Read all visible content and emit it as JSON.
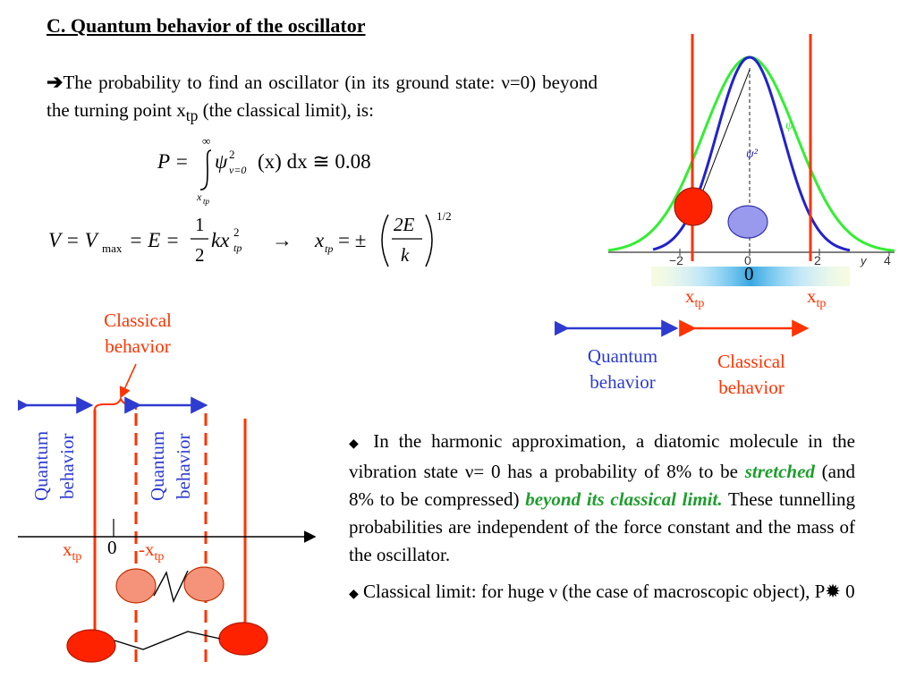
{
  "title": "C. Quantum behavior of the oscillator",
  "intro": {
    "arrow": "➔",
    "text_1": "The probability to find an oscillator (in its ground state: ν=0) beyond the turning point x",
    "sub": "tp",
    "text_2": " (the classical limit), is:"
  },
  "eq1": {
    "lhs": "P =",
    "upper": "∞",
    "lower": "x",
    "lower_sub": "tp",
    "psi": "ψ",
    "psi_sup": "2",
    "psi_sub": "ν=0",
    "arg": "(x) dx ≅ 0.08"
  },
  "eq2": {
    "part1": "V = V",
    "vmax_sub": "max",
    "part2": "= E =",
    "frac_num": "1",
    "frac_den": "2",
    "kx": "kx",
    "kx_sup": "2",
    "kx_sub": "tp",
    "arrow": "→",
    "xtp": "x",
    "xtp_sub": "tp",
    "pm": "= ±",
    "big_num": "2E",
    "big_den": "k",
    "exp": "1/2"
  },
  "left_diagram": {
    "classical_top": "Classical behavior",
    "quantum_left": "Quantum behavior",
    "quantum_right": "Quantum behavior",
    "xtp_label": "x",
    "xtp_sub": "tp",
    "zero": "0",
    "neg_xtp_label": "-x",
    "neg_xtp_sub": "tp"
  },
  "right_diagram": {
    "psi_label": "ψ",
    "psi2_label": "ψ²",
    "x_ticks": [
      "−2",
      "0",
      "2",
      "4"
    ],
    "y_label": "y",
    "zero_label": "0",
    "xtp_left": "x",
    "xtp_right": "x",
    "xtp_sub": "tp",
    "quantum": "Quantum behavior",
    "classical": "Classical behavior"
  },
  "bullets": [
    {
      "marker": "◆",
      "a": "In the harmonic approximation, a diatomic molecule in the vibration state ν= 0 has a probability of 8% to be ",
      "em1": "stretched",
      "b": " (and 8% to be compressed) ",
      "em2": "beyond its classical limit.",
      "c": " These tunnelling probabilities are independent of the force constant and the mass of the oscillator."
    },
    {
      "marker": "◆",
      "a": "Classical limit: for huge ν (the case of macroscopic object), P",
      "sym": "✹",
      "b": " 0"
    }
  ],
  "colors": {
    "red": "#ff3300",
    "blue": "#2d3bd0",
    "green": "#1f9d2e",
    "curve_green": "#33ee33",
    "curve_blue": "#2222cc",
    "ball_red": "#ff2200",
    "ball_pink": "#f4937a",
    "ball_lavender": "#9999ee"
  }
}
